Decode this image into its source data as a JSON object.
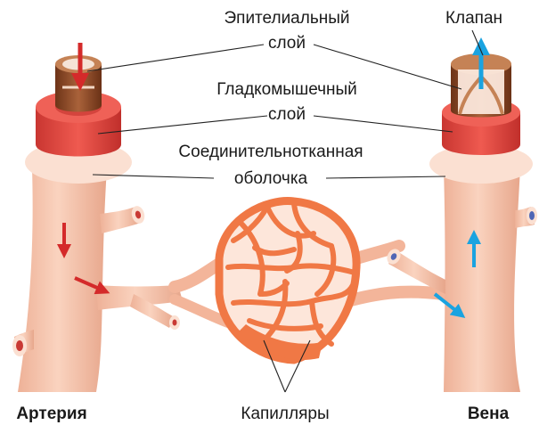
{
  "labels": {
    "epithelial_line1": "Эпителиальный",
    "epithelial_line2": "слой",
    "valve": "Клапан",
    "smooth_line1": "Гладкомышечный",
    "smooth_line2": "слой",
    "connective_line1": "Соединительнотканная",
    "connective_line2": "оболочка",
    "artery": "Артерия",
    "capillaries": "Капилляры",
    "vein": "Вена"
  },
  "colors": {
    "vessel_skin": "#f7c9b0",
    "vessel_shade": "#e9a98c",
    "outer_ring": "#fbe0d2",
    "muscle": "#e2453f",
    "muscle_dark": "#b8322e",
    "inner_tube": "#8a4a2a",
    "inner_tube_light": "#b36d42",
    "capillary": "#f07845",
    "capillary_dark": "#d55a2c",
    "arrow_red": "#d42a2a",
    "arrow_blue": "#1aa3e0",
    "vein_opening": "#4f66b5",
    "artery_opening": "#c93a35"
  }
}
